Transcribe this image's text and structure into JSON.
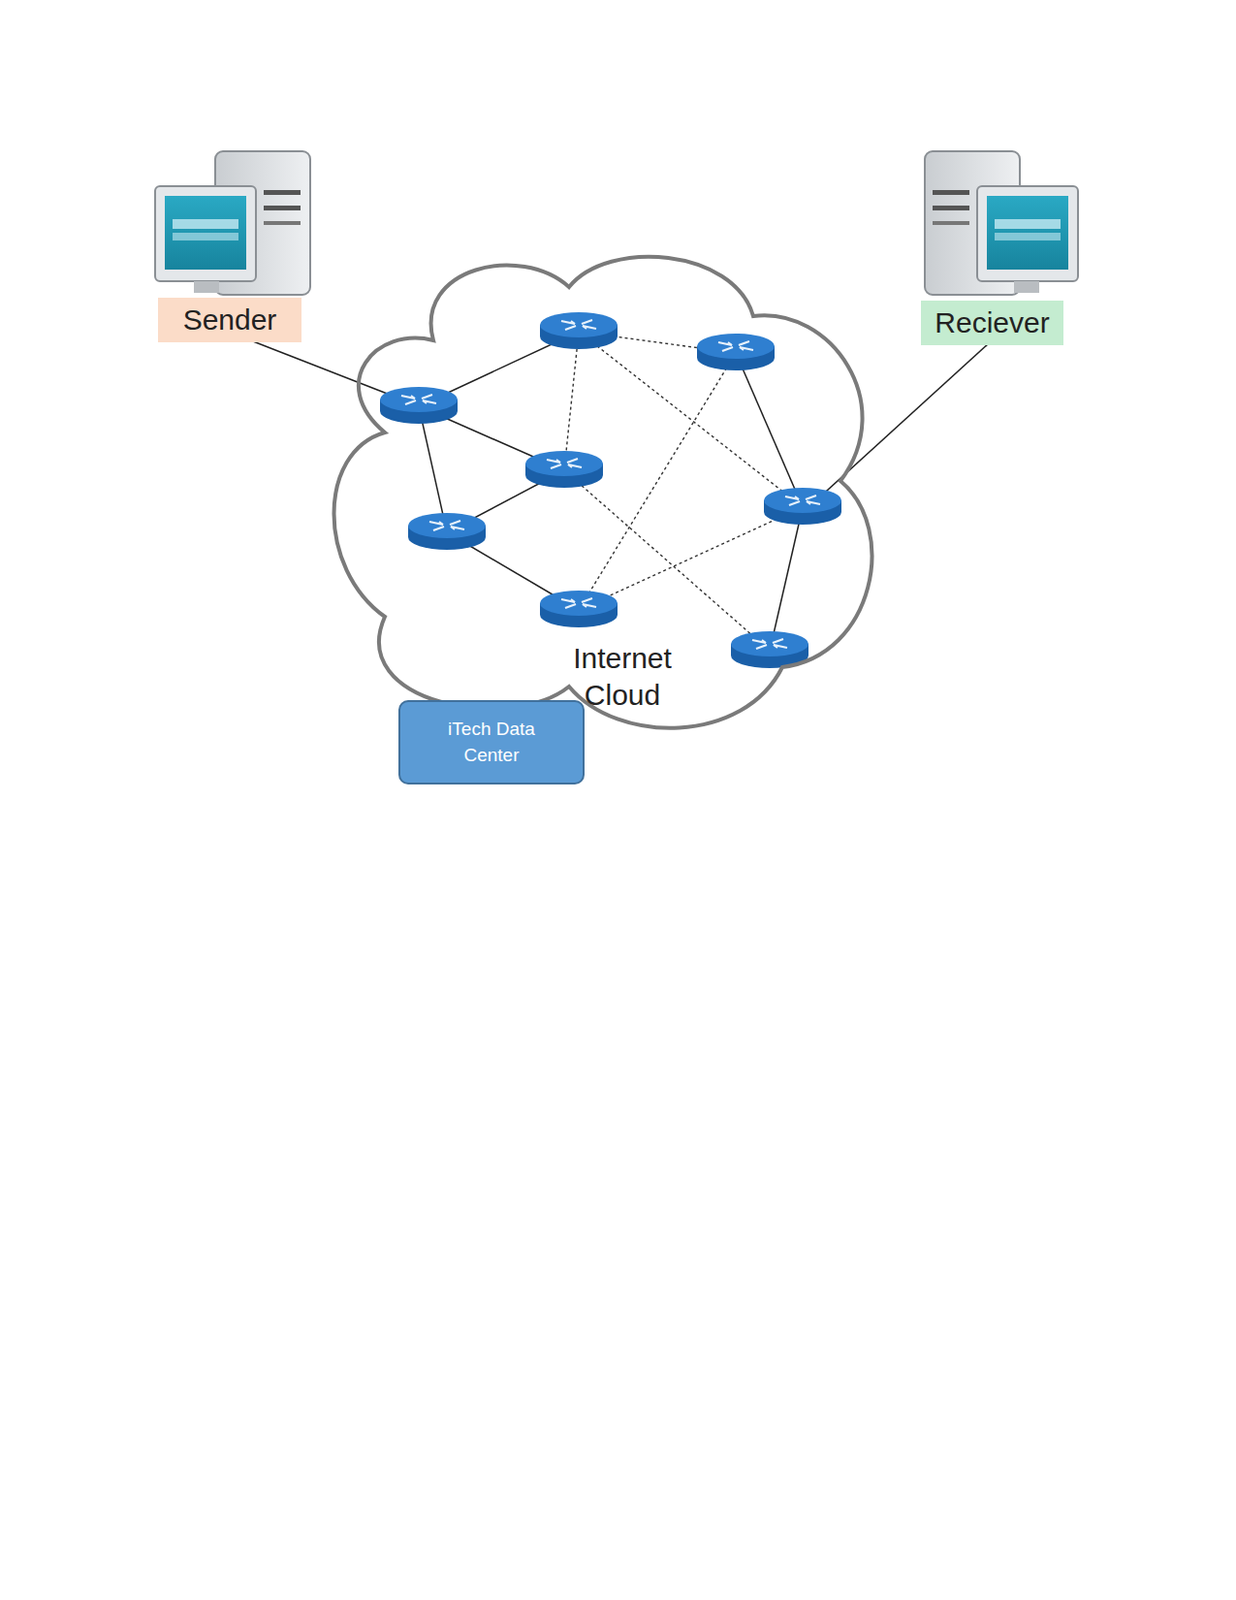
{
  "diagram": {
    "nodes": [
      {
        "text": [
          "Sender"
        ]
      },
      {
        "text": [
          "Reciever"
        ]
      },
      {
        "text": [
          "Internet Cloud"
        ]
      },
      {
        "text": [
          "iTech Data Center"
        ]
      }
    ]
  }
}
